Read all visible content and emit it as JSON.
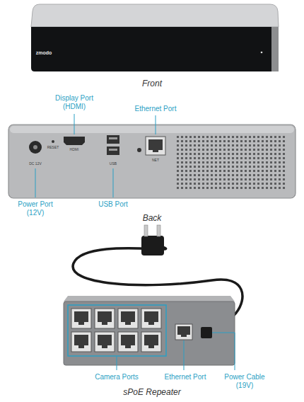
{
  "diagram": {
    "labels": [
      "zmodo",
      "Front",
      "Display Port (HDMI)",
      "Ethernet Port",
      "DC 12V",
      "RESET",
      "HDMI",
      "USB",
      "NET",
      "Power Port (12V)",
      "USB Port",
      "Back",
      "Camera Ports",
      "Ethernet Port",
      "Power Cable (19V)",
      "sPoE Repeater"
    ]
  }
}
